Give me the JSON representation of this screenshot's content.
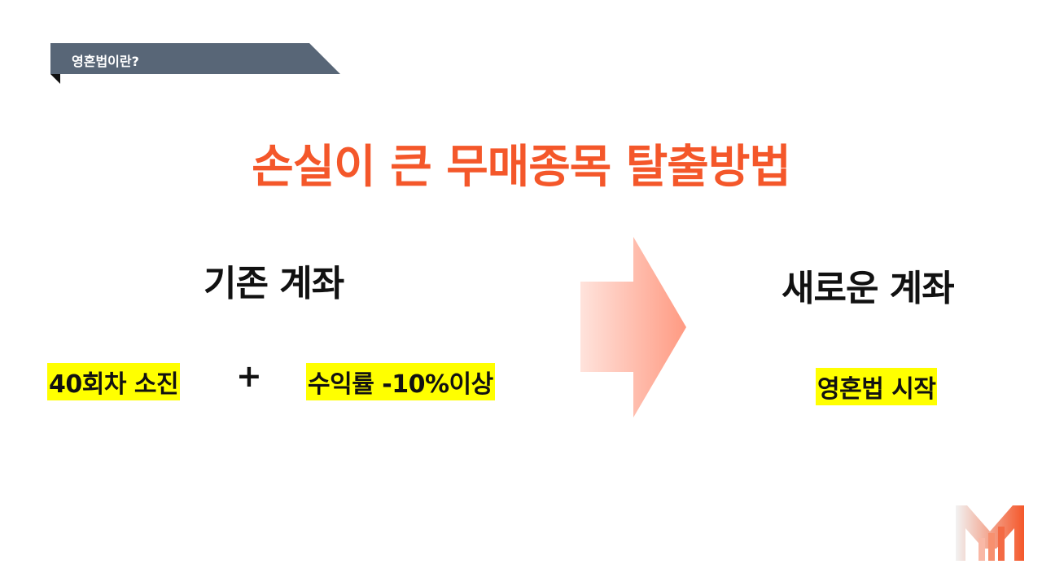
{
  "header": {
    "section_label": "영혼법이란?",
    "tab_color": "#586677"
  },
  "title": {
    "text": "손실이 큰 무매종목 탈출방법",
    "color": "#f4572a"
  },
  "old_account": {
    "heading": "기존 계좌",
    "conditions": [
      {
        "text": "40회차 소진"
      },
      {
        "text": "수익률 -10%이상"
      }
    ],
    "operator": "+"
  },
  "new_account": {
    "heading": "새로운 계좌",
    "action": "영혼법 시작"
  },
  "arrow_icon": "right-arrow-icon",
  "highlight_color": "#ffff00",
  "logo_icon": "brand-m-logo-icon"
}
